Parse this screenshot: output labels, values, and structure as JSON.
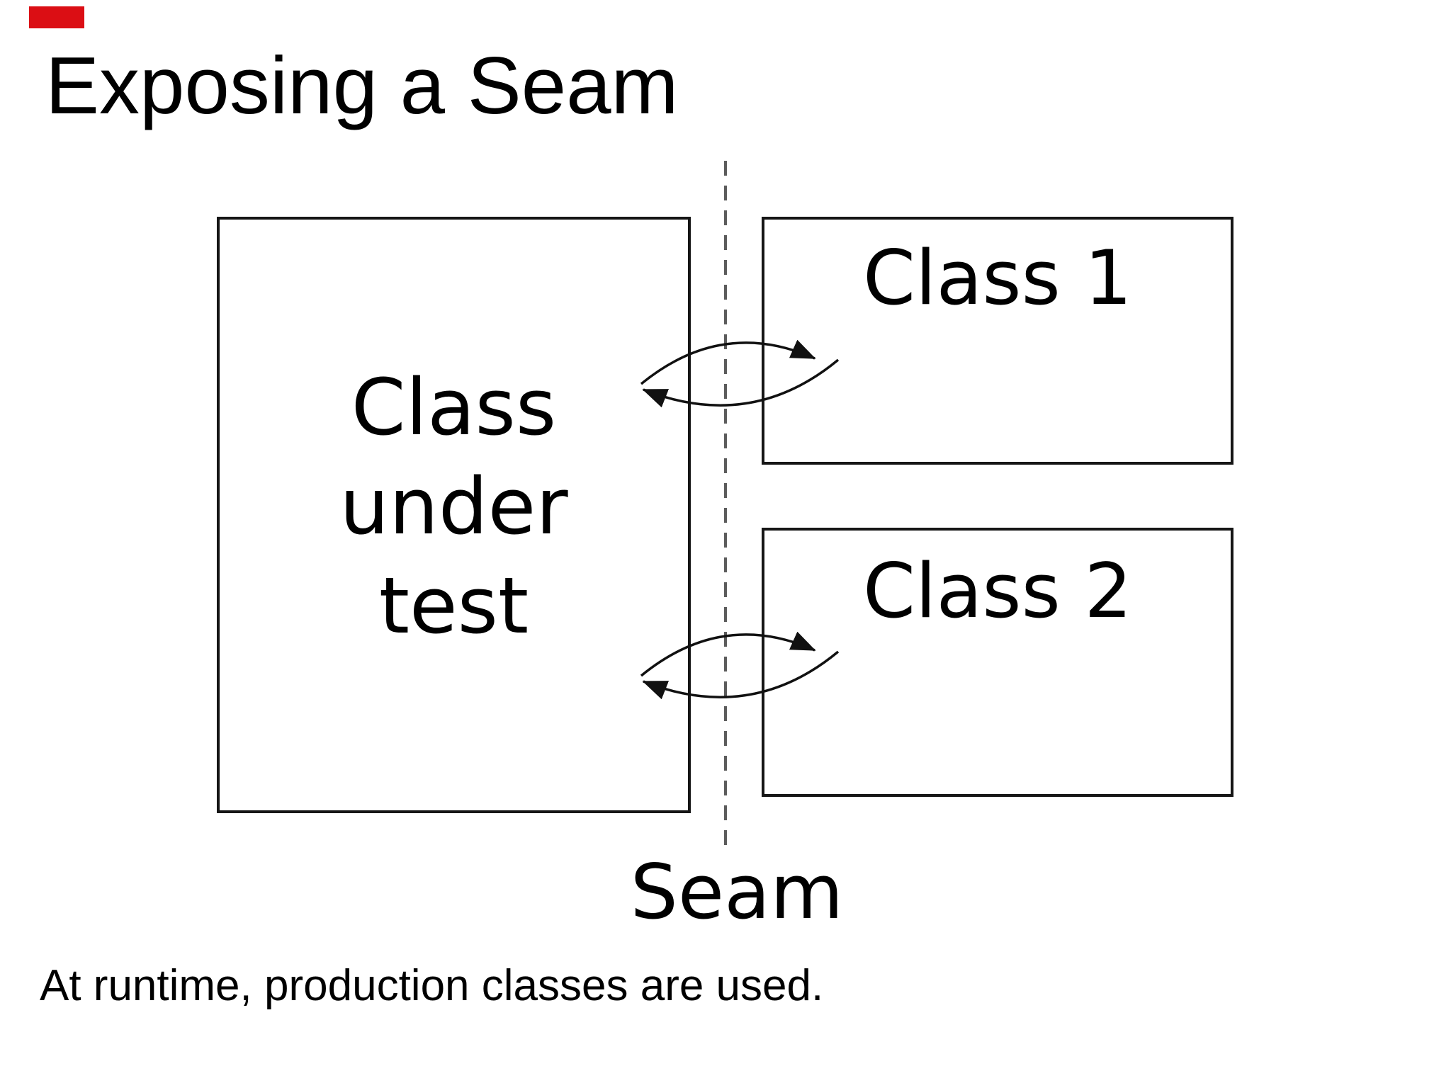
{
  "slide": {
    "title": "Exposing a Seam",
    "footer": "At runtime, production classes are used.",
    "background": "#ffffff"
  },
  "marker": {
    "color": "#db0e14"
  },
  "diagram": {
    "class_under_test": {
      "lines": [
        "Class",
        "under",
        "test"
      ]
    },
    "class1": {
      "label": "Class 1"
    },
    "class2": {
      "label": "Class 2"
    },
    "seam": {
      "label": "Seam"
    },
    "colors": {
      "box_border": "#161616",
      "dash_line": "#5c5c5c",
      "arrow": "#111111",
      "text": "#000000"
    }
  }
}
